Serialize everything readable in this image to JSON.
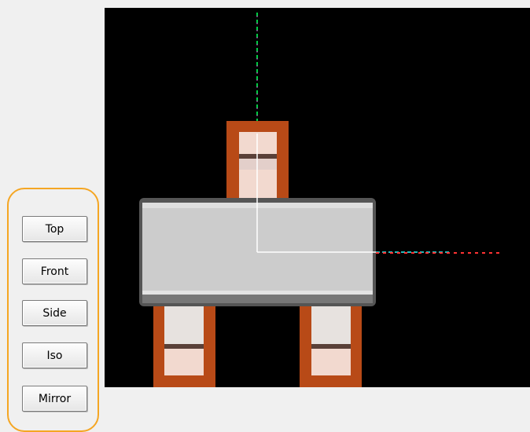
{
  "view_buttons": [
    {
      "label": "Top"
    },
    {
      "label": "Front"
    },
    {
      "label": "Side"
    },
    {
      "label": "Iso"
    },
    {
      "label": "Mirror"
    }
  ],
  "colors": {
    "viewport_background": "#000000",
    "panel_background": "#f0f0f0",
    "group_outline": "#f5a623",
    "pad_copper": "#b84a17",
    "lead": "#f2d9cf",
    "body": "#cccccc",
    "axis_x": "#ff3333",
    "axis_y": "#00cc44",
    "axis_z": "#22bbbb"
  }
}
